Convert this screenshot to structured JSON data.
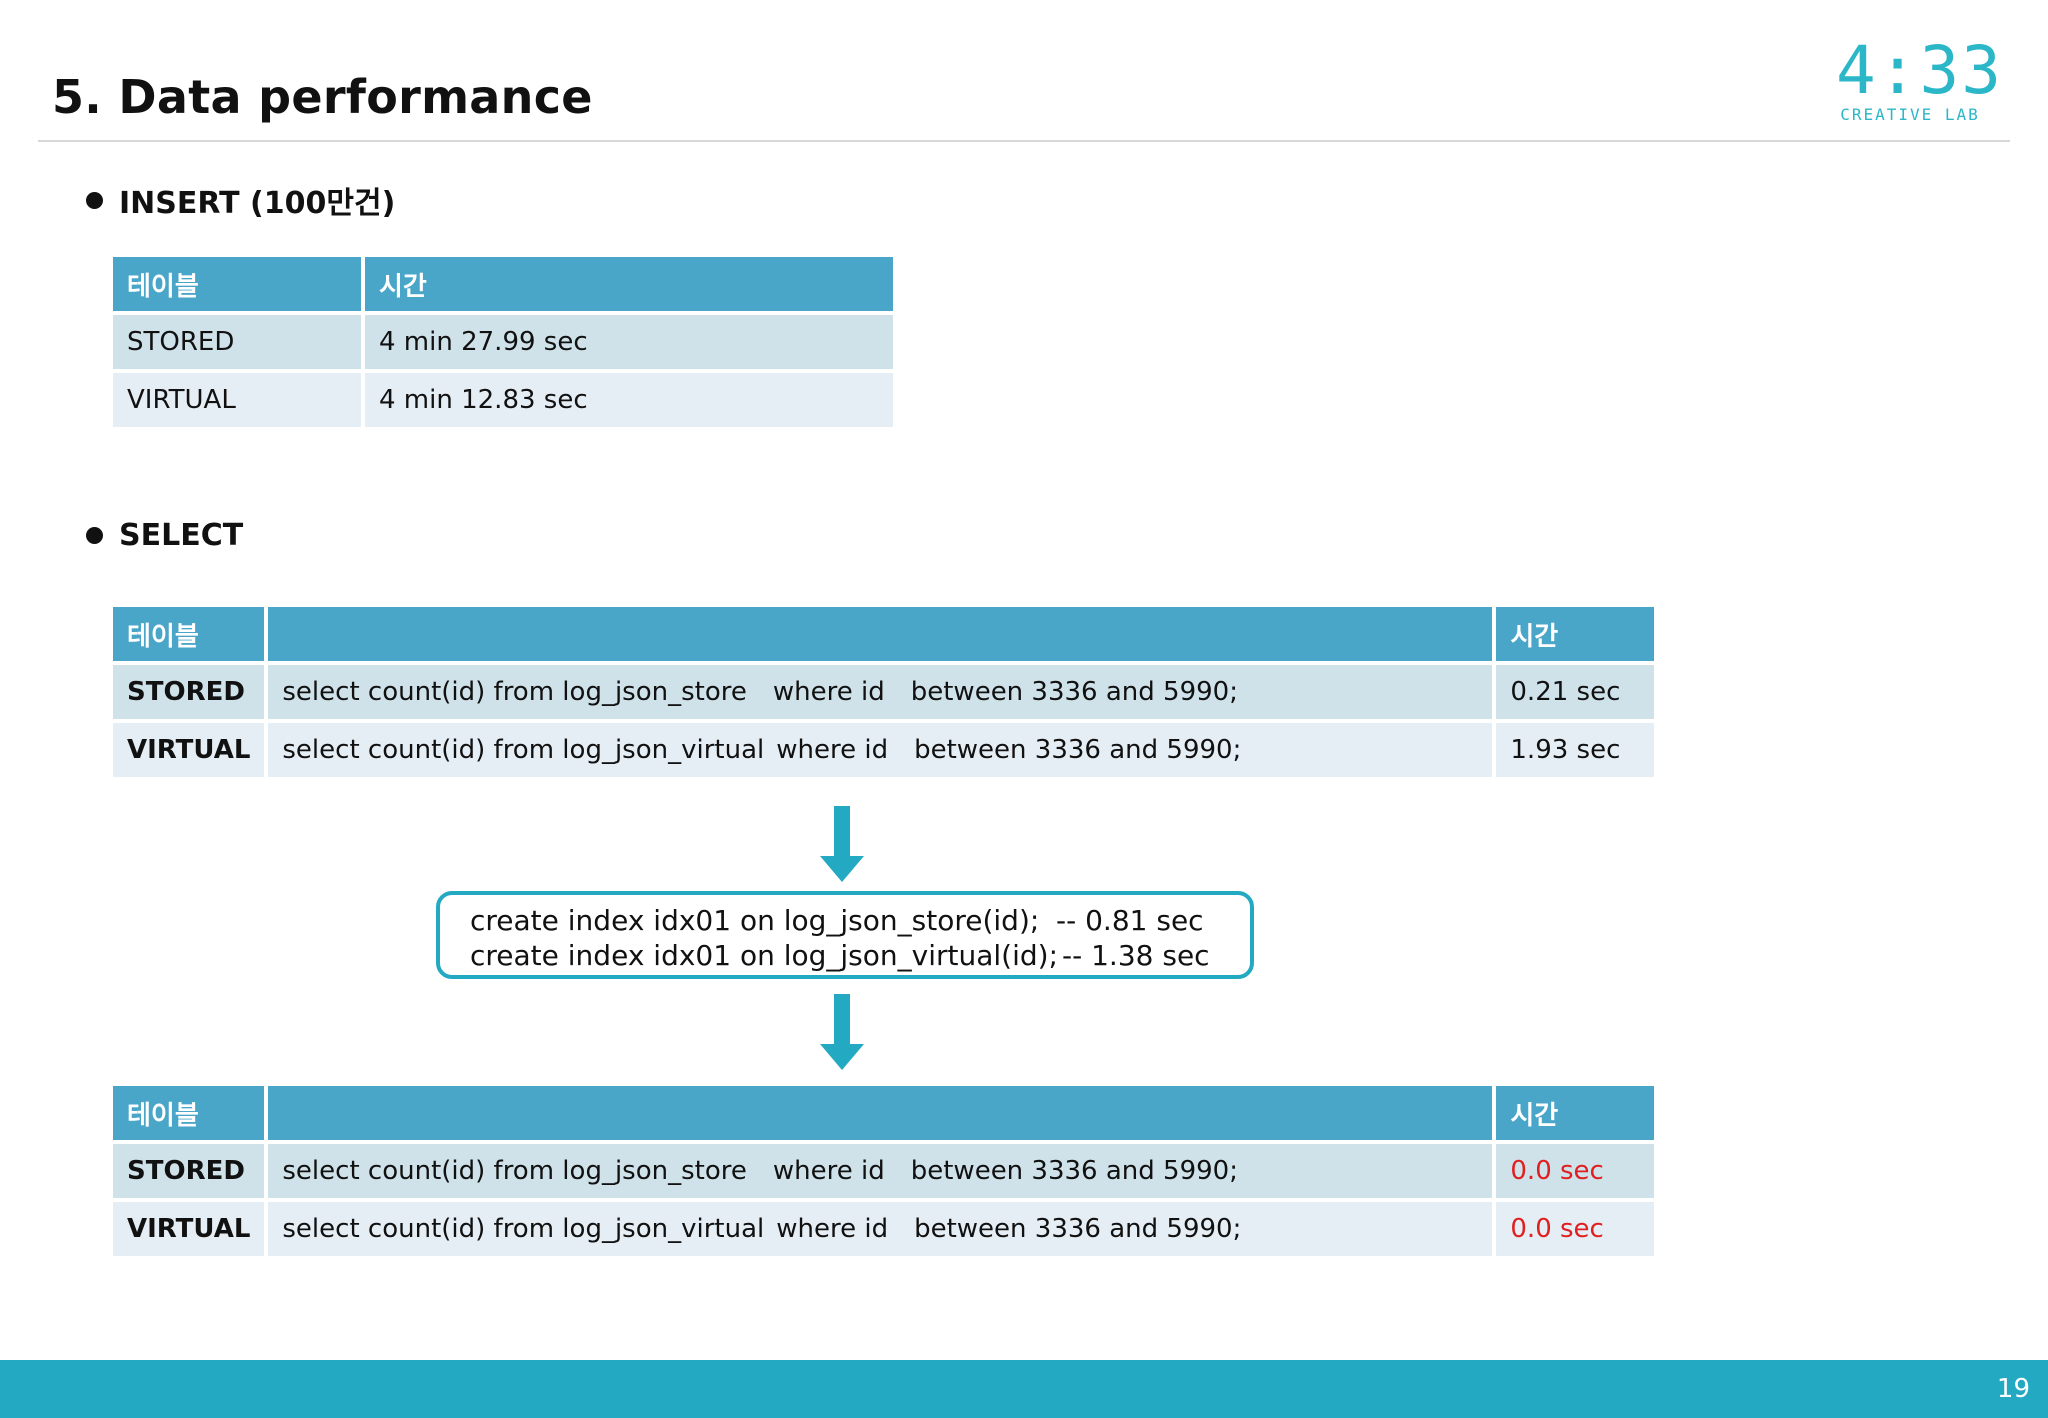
{
  "title": "5. Data performance",
  "logo": {
    "digits": "4:33",
    "subtitle": "CREATIVE LAB"
  },
  "insert_section": {
    "heading": "INSERT (100만건)",
    "columns": [
      "테이블",
      "시간"
    ],
    "rows": [
      {
        "table": "STORED",
        "time": "4 min 27.99 sec"
      },
      {
        "table": "VIRTUAL",
        "time": "4 min 12.83 sec"
      }
    ]
  },
  "select_section": {
    "heading": "SELECT",
    "before": {
      "columns": [
        "테이블",
        "",
        "시간"
      ],
      "rows": [
        {
          "table": "STORED",
          "q1": "select count(id) from log_json_store",
          "q2": "where id",
          "q3": "between 3336 and 5990;",
          "time": "0.21 sec"
        },
        {
          "table": "VIRTUAL",
          "q1": "select count(id) from log_json_virtual",
          "q2": "where id",
          "q3": "between 3336 and 5990;",
          "time": "1.93 sec"
        }
      ]
    },
    "index_box": {
      "lines": [
        {
          "sql": "create index idx01 on log_json_store(id);",
          "comment": "-- 0.81 sec"
        },
        {
          "sql": "create index idx01 on log_json_virtual(id);",
          "comment": "-- 1.38 sec"
        }
      ]
    },
    "after": {
      "columns": [
        "테이블",
        "",
        "시간"
      ],
      "rows": [
        {
          "table": "STORED",
          "q1": "select count(id) from log_json_store",
          "q2": "where id",
          "q3": "between 3336 and 5990;",
          "time": "0.0 sec"
        },
        {
          "table": "VIRTUAL",
          "q1": "select count(id) from log_json_virtual",
          "q2": "where id",
          "q3": "between 3336 and 5990;",
          "time": "0.0 sec"
        }
      ]
    }
  },
  "colors": {
    "header_blue": "#4aa6c9",
    "row_a": "#cfe2ea",
    "row_b": "#e6eef5",
    "accent_teal": "#23a9c1",
    "highlight_red": "#e02020"
  },
  "page_number": "19"
}
